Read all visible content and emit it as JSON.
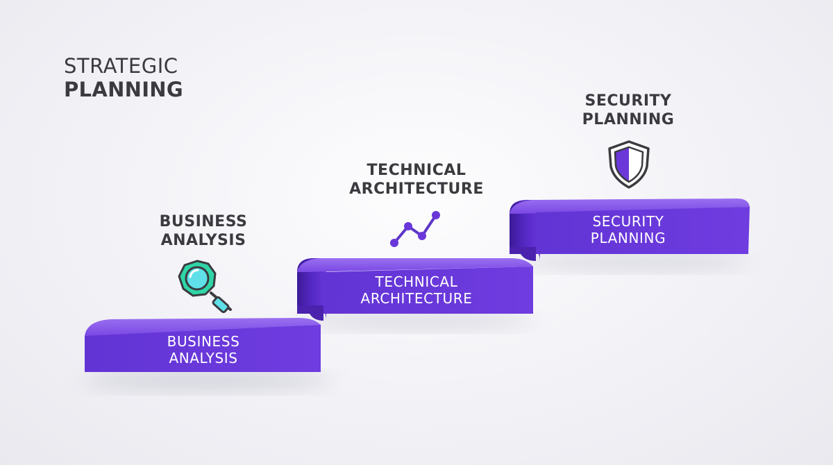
{
  "title": {
    "line1": "STRATEGIC",
    "line2": "PLANNING"
  },
  "stages": [
    {
      "heading": [
        "BUSINESS",
        "ANALYSIS"
      ],
      "step_label": [
        "BUSINESS",
        "ANALYSIS"
      ],
      "icon": "magnifier-icon"
    },
    {
      "heading": [
        "TECHNICAL",
        "ARCHITECTURE"
      ],
      "step_label": [
        "TECHNICAL",
        "ARCHITECTURE"
      ],
      "icon": "line-graph-icon"
    },
    {
      "heading": [
        "SECURITY",
        "PLANNING"
      ],
      "step_label": [
        "SECURITY",
        "PLANNING"
      ],
      "icon": "shield-icon"
    }
  ],
  "colors": {
    "step_front": "#6a37d9",
    "step_top": "#8757ea",
    "step_curve": "#4a22ad",
    "text_dark": "#3a3a3f",
    "icon_green": "#2fd5a7",
    "icon_teal": "#5fe0e8",
    "icon_purple": "#5e36c8"
  }
}
